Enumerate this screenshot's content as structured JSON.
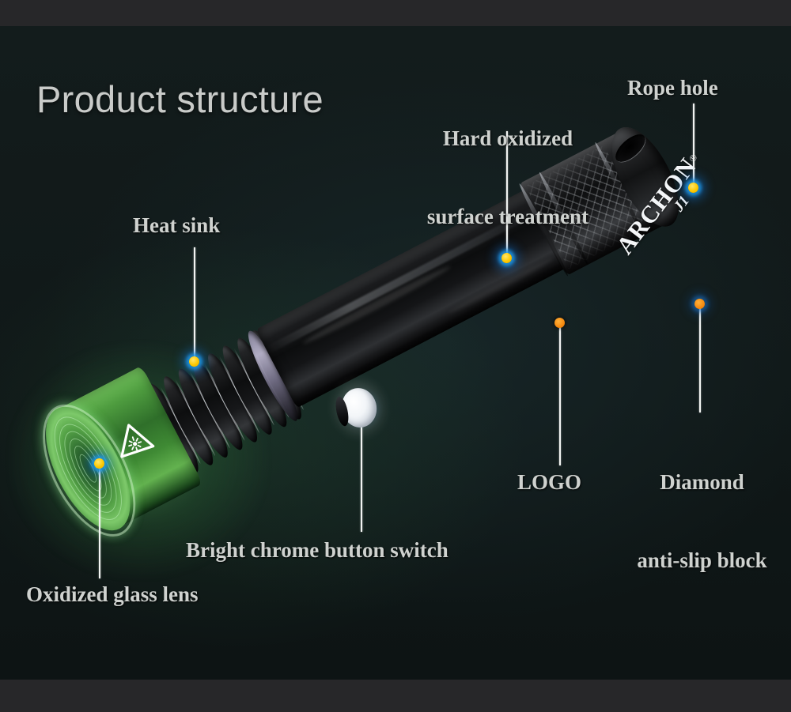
{
  "page": {
    "title": "Product structure",
    "background_band_color": "#272729",
    "panel_color": "#111a1a"
  },
  "product": {
    "brand": "ARCHON",
    "brand_registered_mark": "®",
    "model": "J1",
    "head_color": "#4e9c3f",
    "body_color": "#1a1b1d"
  },
  "callouts": [
    {
      "id": "hard-oxidized",
      "label": "Hard oxidized\nsurface treatment",
      "marker_color": "#fdc800",
      "marker_type": "yellow"
    },
    {
      "id": "rope-hole",
      "label": "Rope hole",
      "marker_color": "#fdc800",
      "marker_type": "yellow"
    },
    {
      "id": "heat-sink",
      "label": "Heat sink",
      "marker_color": "#fdc800",
      "marker_type": "yellow"
    },
    {
      "id": "diamond-anti-slip-block",
      "label": "Diamond\nanti-slip block",
      "marker_color": "#f58a10",
      "marker_type": "orange"
    },
    {
      "id": "logo",
      "label": "LOGO",
      "marker_color": "#f58a10",
      "marker_type": "orange"
    },
    {
      "id": "bright-chrome-button-switch",
      "label": "Bright chrome button switch",
      "marker_color": "#fdc800",
      "marker_type": "yellow"
    },
    {
      "id": "oxidized-glass-lens",
      "label": "Oxidized glass lens",
      "marker_color": "#fdc800",
      "marker_type": "yellow"
    }
  ],
  "labels": {
    "hard_oxidized_line1": "Hard oxidized",
    "hard_oxidized_line2": "surface treatment",
    "rope_hole": "Rope hole",
    "heat_sink": "Heat sink",
    "diamond_line1": "Diamond",
    "diamond_line2": "anti-slip block",
    "logo": "LOGO",
    "bright_chrome": "Bright chrome button switch",
    "oxidized_lens": "Oxidized glass lens"
  }
}
